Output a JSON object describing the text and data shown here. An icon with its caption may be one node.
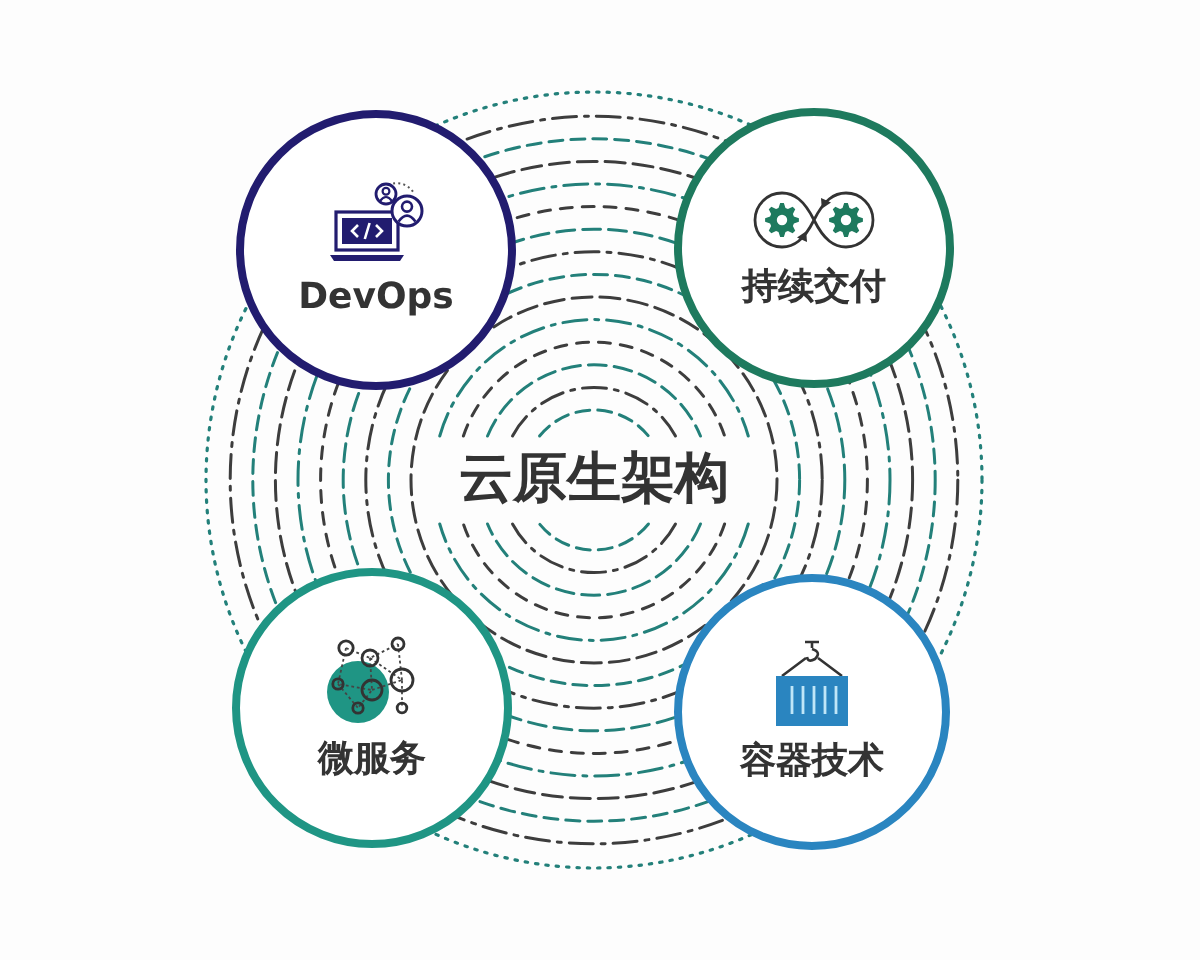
{
  "diagram": {
    "nodes": [
      {
        "text": [
          "DevOps"
        ]
      },
      {
        "text": [
          "持续交付"
        ]
      },
      {
        "text": [
          "微服务"
        ]
      },
      {
        "text": [
          "容器技术"
        ]
      }
    ],
    "labels": [
      "云原生架构"
    ]
  }
}
